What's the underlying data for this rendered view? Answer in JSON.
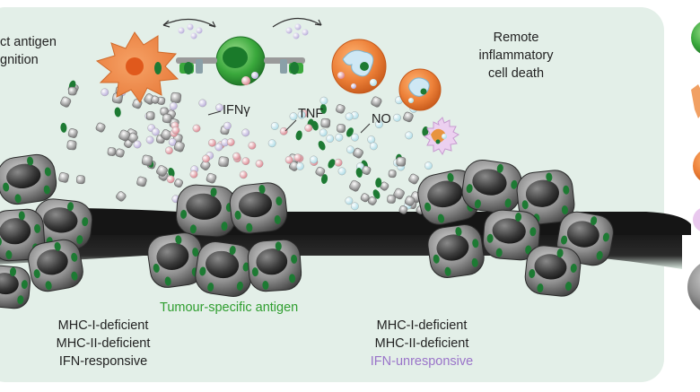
{
  "labels": {
    "antigen_recognition_top": "ct antigen",
    "antigen_recognition_bottom": "gnition",
    "remote_line1": "Remote",
    "remote_line2": "inflammatory",
    "remote_line3": "cell death",
    "ifn": "IFNγ",
    "tnf": "TNF",
    "no": "NO",
    "tumour_antigen": "Tumour-specific antigen",
    "left_tumour_line1": "MHC-I-deficient",
    "left_tumour_line2": "MHC-II-deficient",
    "left_tumour_line3": "IFN-responsive",
    "right_tumour_line1": "MHC-I-deficient",
    "right_tumour_line2": "MHC-II-deficient",
    "right_tumour_line3": "IFN-unresponsive"
  },
  "colors": {
    "panel_bg": "#e3efe8",
    "ifn_dots": "#b5a9d8",
    "tnf_dots": "#d98a92",
    "no_dots": "#bfe5ec",
    "antigen_green": "#1d7a33",
    "antigen_label": "#2f9e2f",
    "unresponsive_purple": "#9a74c9",
    "macrophage_orange": "#e87a3a",
    "dendritic_orange": "#f1a063",
    "tcell_green": "#3aa83c",
    "tumour_grey": "#8a8a8a"
  }
}
